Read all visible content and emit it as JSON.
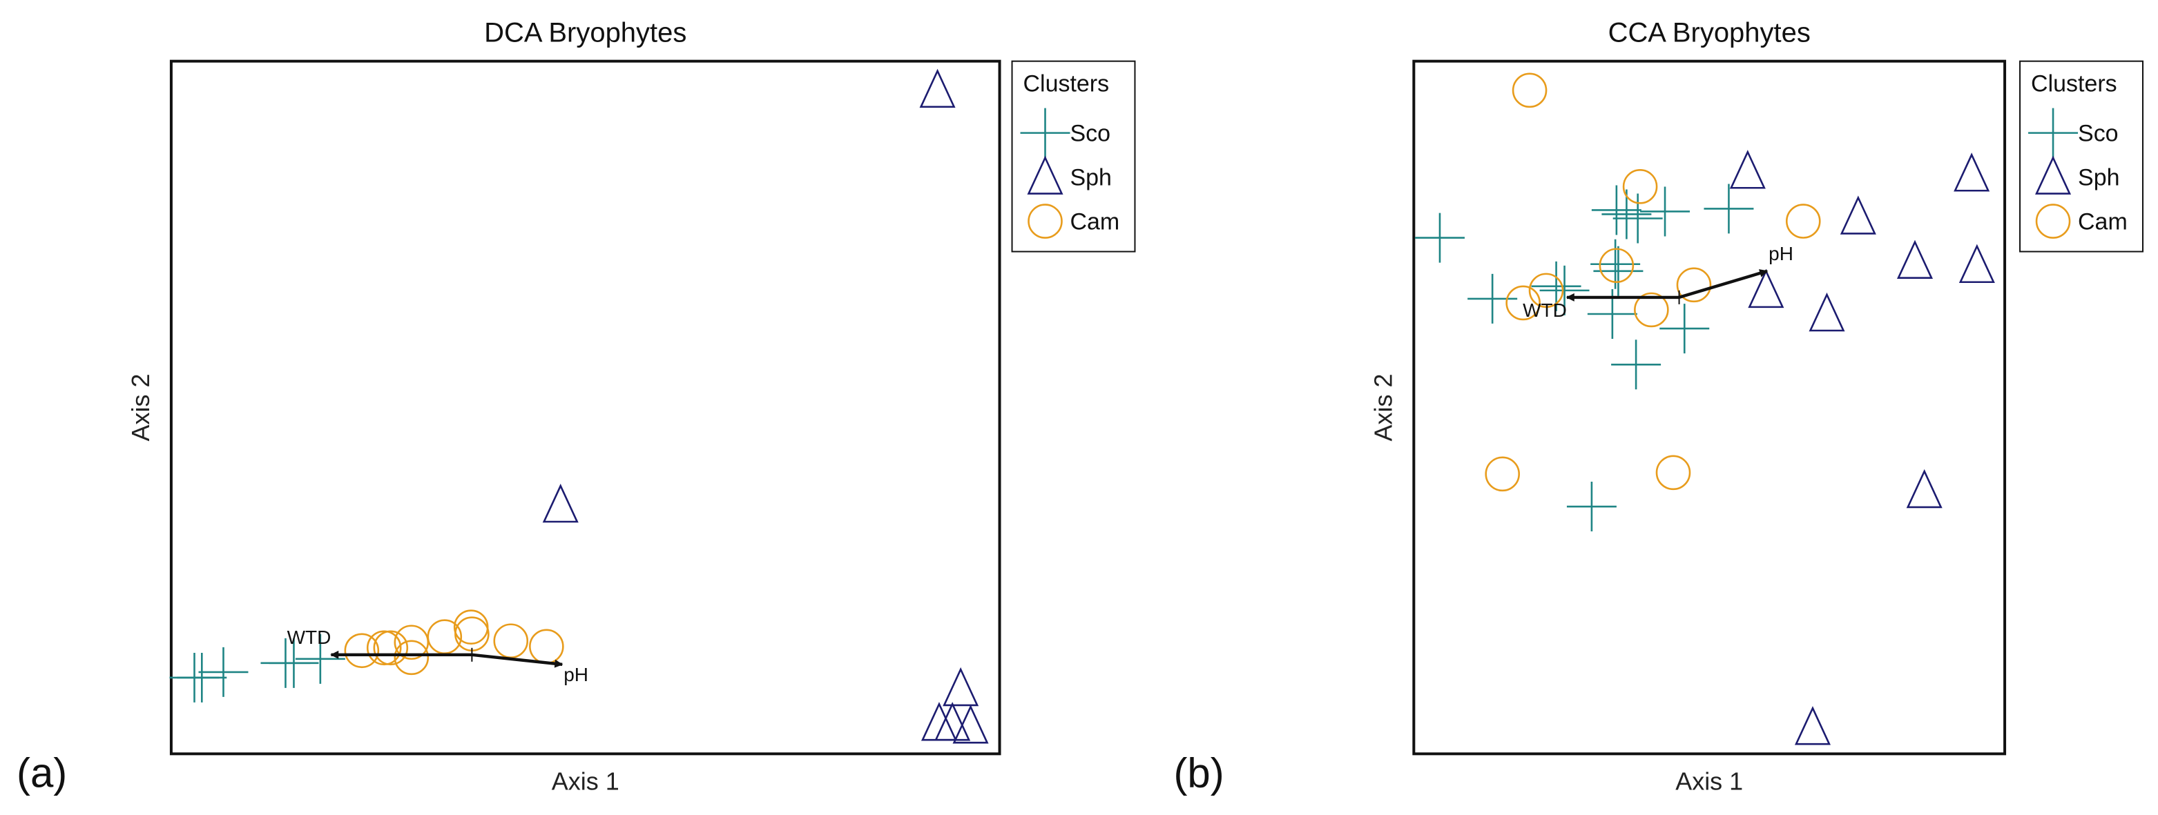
{
  "colors": {
    "Sco": "#1f8585",
    "Sph": "#1c1c70",
    "Cam": "#e89c1c",
    "arrow": "#111111"
  },
  "chart_data": [
    {
      "type": "scatter",
      "panel_label": "(a)",
      "title": "DCA Bryophytes",
      "xlabel": "Axis 1",
      "ylabel": "Axis 2",
      "xlim": [
        0,
        10
      ],
      "ylim": [
        0,
        10
      ],
      "grid": false,
      "legend": {
        "title": "Clusters",
        "placement": "right",
        "entries": [
          "Sco",
          "Sph",
          "Cam"
        ]
      },
      "series": [
        {
          "name": "Sco",
          "marker": "cross",
          "points": [
            [
              0.28,
              1.1
            ],
            [
              0.37,
              1.1
            ],
            [
              0.63,
              1.18
            ],
            [
              1.38,
              1.31
            ],
            [
              1.48,
              1.31
            ],
            [
              1.8,
              1.37
            ]
          ]
        },
        {
          "name": "Sph",
          "marker": "triangle",
          "points": [
            [
              9.25,
              9.58
            ],
            [
              4.7,
              3.59
            ],
            [
              9.53,
              0.94
            ],
            [
              9.27,
              0.44
            ],
            [
              9.43,
              0.44
            ],
            [
              9.65,
              0.4
            ]
          ]
        },
        {
          "name": "Cam",
          "marker": "circle",
          "points": [
            [
              2.3,
              1.49
            ],
            [
              2.57,
              1.53
            ],
            [
              2.65,
              1.53
            ],
            [
              2.9,
              1.61
            ],
            [
              2.9,
              1.39
            ],
            [
              3.3,
              1.69
            ],
            [
              3.62,
              1.83
            ],
            [
              3.63,
              1.73
            ],
            [
              4.1,
              1.63
            ],
            [
              4.53,
              1.55
            ]
          ]
        }
      ],
      "vectors": {
        "origin": [
          3.63,
          1.43
        ],
        "items": [
          {
            "label": "WTD",
            "end": [
              1.93,
              1.43
            ]
          },
          {
            "label": "pH",
            "end": [
              4.72,
              1.29
            ]
          }
        ]
      }
    },
    {
      "type": "scatter",
      "panel_label": "(b)",
      "title": "CCA Bryophytes",
      "xlabel": "Axis 1",
      "ylabel": "Axis 2",
      "xlim": [
        0,
        10
      ],
      "ylim": [
        0,
        10
      ],
      "grid": false,
      "legend": {
        "title": "Clusters",
        "placement": "right",
        "entries": [
          "Sco",
          "Sph",
          "Cam"
        ]
      },
      "series": [
        {
          "name": "Sco",
          "marker": "cross",
          "points": [
            [
              0.44,
              7.45
            ],
            [
              1.33,
              6.57
            ],
            [
              2.41,
              6.75
            ],
            [
              2.55,
              6.69
            ],
            [
              3.43,
              7.85
            ],
            [
              3.6,
              7.79
            ],
            [
              3.79,
              7.73
            ],
            [
              4.25,
              7.83
            ],
            [
              5.33,
              7.87
            ],
            [
              3.41,
              7.07
            ],
            [
              3.46,
              6.97
            ],
            [
              3.36,
              6.35
            ],
            [
              4.58,
              6.14
            ],
            [
              3.76,
              5.62
            ],
            [
              3.01,
              3.57
            ]
          ]
        },
        {
          "name": "Sph",
          "marker": "triangle",
          "points": [
            [
              5.65,
              8.41
            ],
            [
              9.44,
              8.37
            ],
            [
              7.52,
              7.75
            ],
            [
              8.48,
              7.11
            ],
            [
              9.53,
              7.05
            ],
            [
              5.96,
              6.69
            ],
            [
              6.99,
              6.35
            ],
            [
              8.64,
              3.8
            ],
            [
              6.75,
              0.38
            ]
          ]
        },
        {
          "name": "Cam",
          "marker": "circle",
          "points": [
            [
              1.96,
              9.58
            ],
            [
              3.83,
              8.19
            ],
            [
              6.59,
              7.69
            ],
            [
              3.43,
              7.05
            ],
            [
              4.74,
              6.77
            ],
            [
              2.24,
              6.69
            ],
            [
              1.85,
              6.51
            ],
            [
              4.02,
              6.41
            ],
            [
              1.5,
              4.04
            ],
            [
              4.39,
              4.06
            ]
          ]
        }
      ],
      "vectors": {
        "origin": [
          4.49,
          6.59
        ],
        "items": [
          {
            "label": "WTD",
            "end": [
              2.59,
              6.59
            ]
          },
          {
            "label": "pH",
            "end": [
              5.98,
              6.97
            ]
          }
        ]
      }
    }
  ]
}
